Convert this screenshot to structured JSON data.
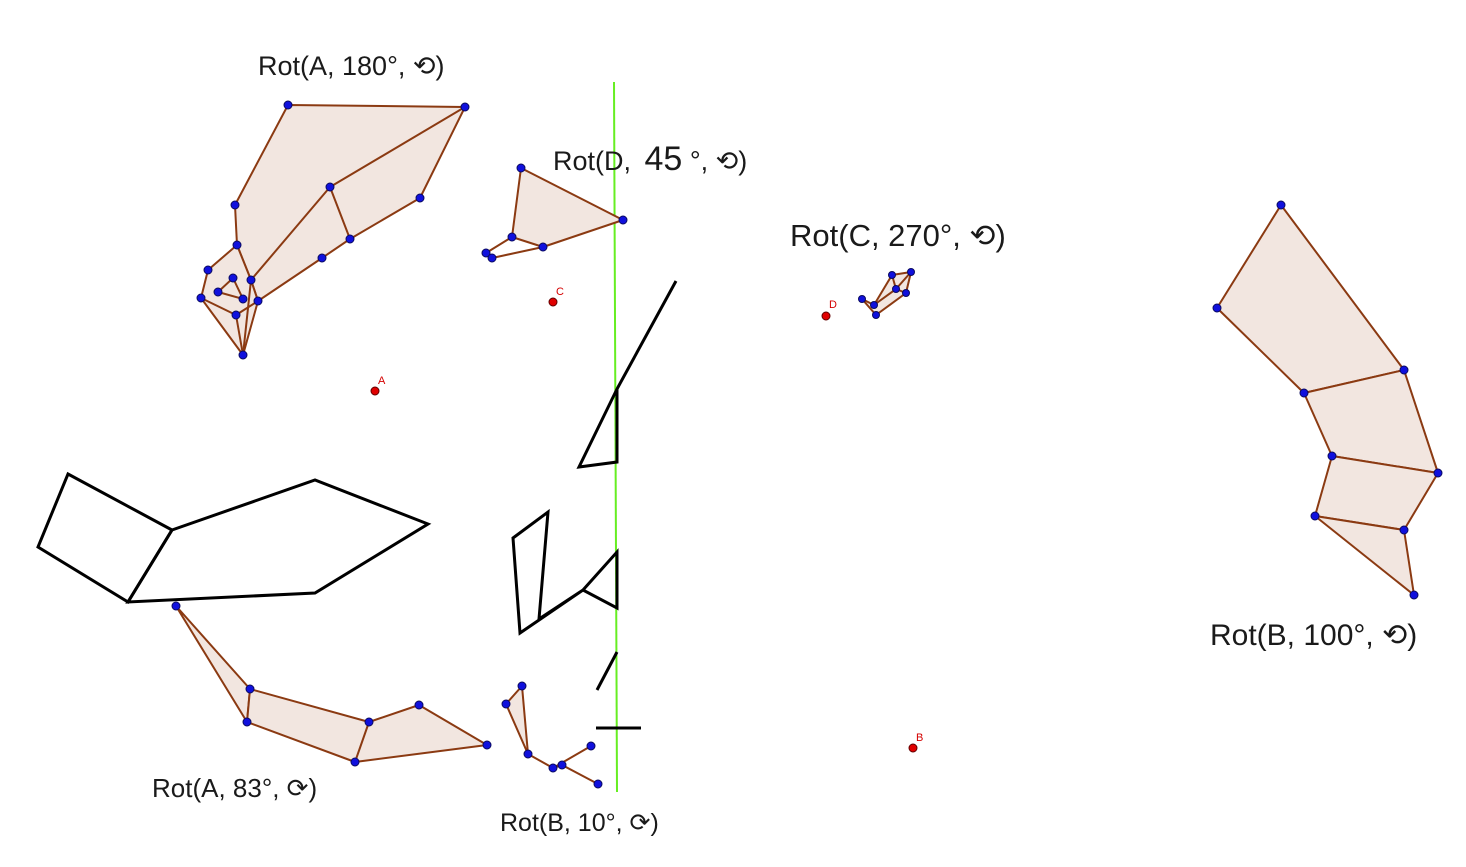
{
  "labels": {
    "rot_a_180": "Rot(A, 180°, ⟲)",
    "rot_d_45_prefix": "Rot(D, ",
    "rot_d_45_value": "45",
    "rot_d_45_suffix": "°, ⟲)",
    "rot_c_270": "Rot(C, 270°, ⟲)",
    "rot_b_100": "Rot(B, 100°, ⟲)",
    "rot_a_83": "Rot(A, 83°, ⟳)",
    "rot_b_10": "Rot(B, 10°, ⟳)"
  },
  "points": {
    "A": "A",
    "B": "B",
    "C": "C",
    "D": "D"
  },
  "colors": {
    "polygon_fill": "#f2e6e0",
    "polygon_edge": "#8b3a12",
    "vertex": "#1010dd",
    "center_point": "#e00000",
    "mirror_line": "#66ee22",
    "original_shape": "#000000"
  }
}
